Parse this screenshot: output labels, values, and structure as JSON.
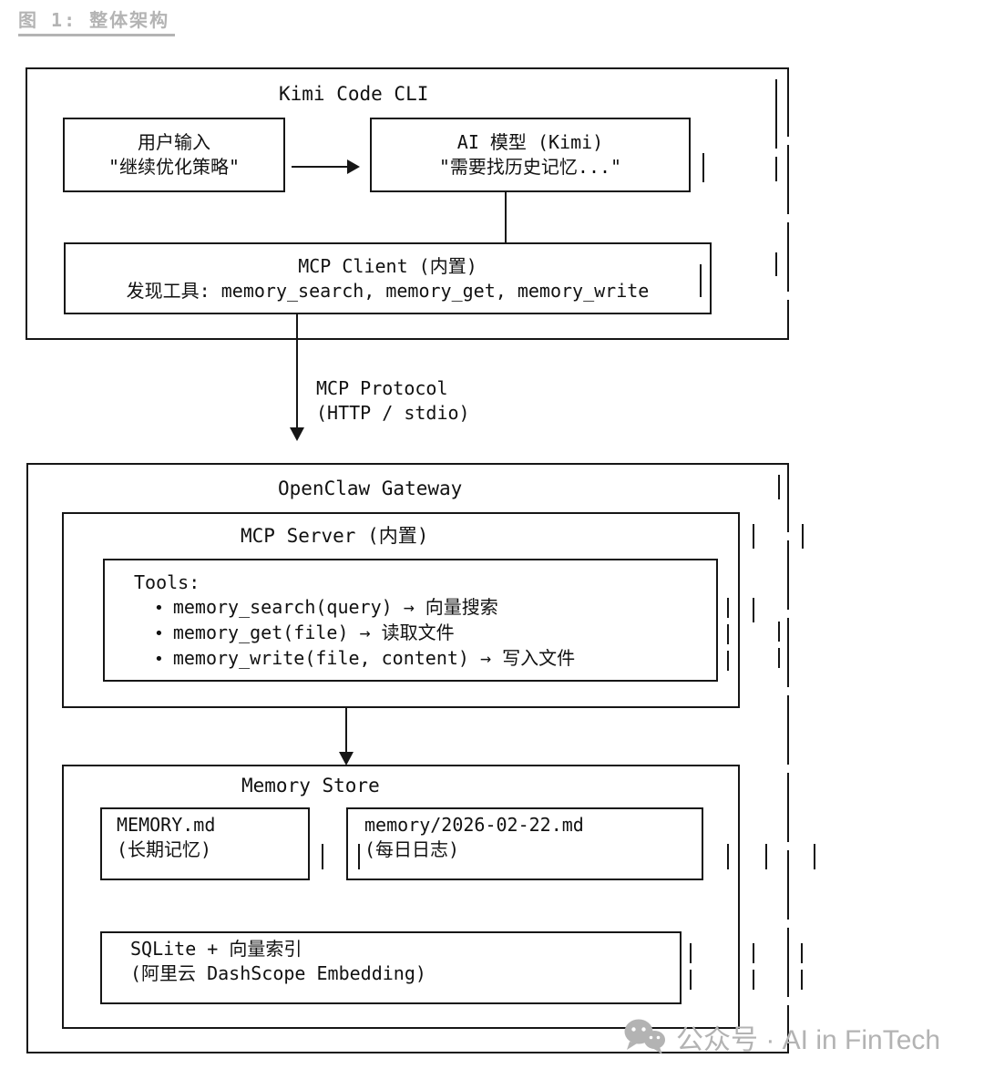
{
  "figure_title": "图 1: 整体架构",
  "kimi_box": {
    "title": "Kimi Code CLI",
    "user_input": {
      "line1": "用户输入",
      "line2": "\"继续优化策略\""
    },
    "ai_model": {
      "line1": "AI 模型 (Kimi)",
      "line2": "\"需要找历史记忆...\""
    },
    "mcp_client": {
      "line1": "MCP Client (内置)",
      "line2": "发现工具: memory_search, memory_get, memory_write"
    }
  },
  "protocol_arrow": {
    "line1": "MCP Protocol",
    "line2": "(HTTP / stdio)"
  },
  "gateway_box": {
    "title": "OpenClaw Gateway",
    "mcp_server": {
      "title": "MCP Server (内置)",
      "tools": {
        "heading": "Tools:",
        "bullet": "•",
        "items": [
          "memory_search(query) → 向量搜索",
          "memory_get(file) → 读取文件",
          "memory_write(file, content) → 写入文件"
        ]
      }
    },
    "memory_store": {
      "title": "Memory Store",
      "long_term_file": {
        "line1": "MEMORY.md",
        "line2": "(长期记忆)"
      },
      "daily_file": {
        "line1": "memory/2026-02-22.md",
        "line2": "(每日日志)"
      },
      "index": {
        "line1": "SQLite + 向量索引",
        "line2": "(阿里云 DashScope Embedding)"
      }
    }
  },
  "watermark": {
    "text": "公众号 · AI in FinTech"
  },
  "colors": {
    "line": "#161616",
    "text": "#111111",
    "muted_gray": "#b4b4b4"
  }
}
